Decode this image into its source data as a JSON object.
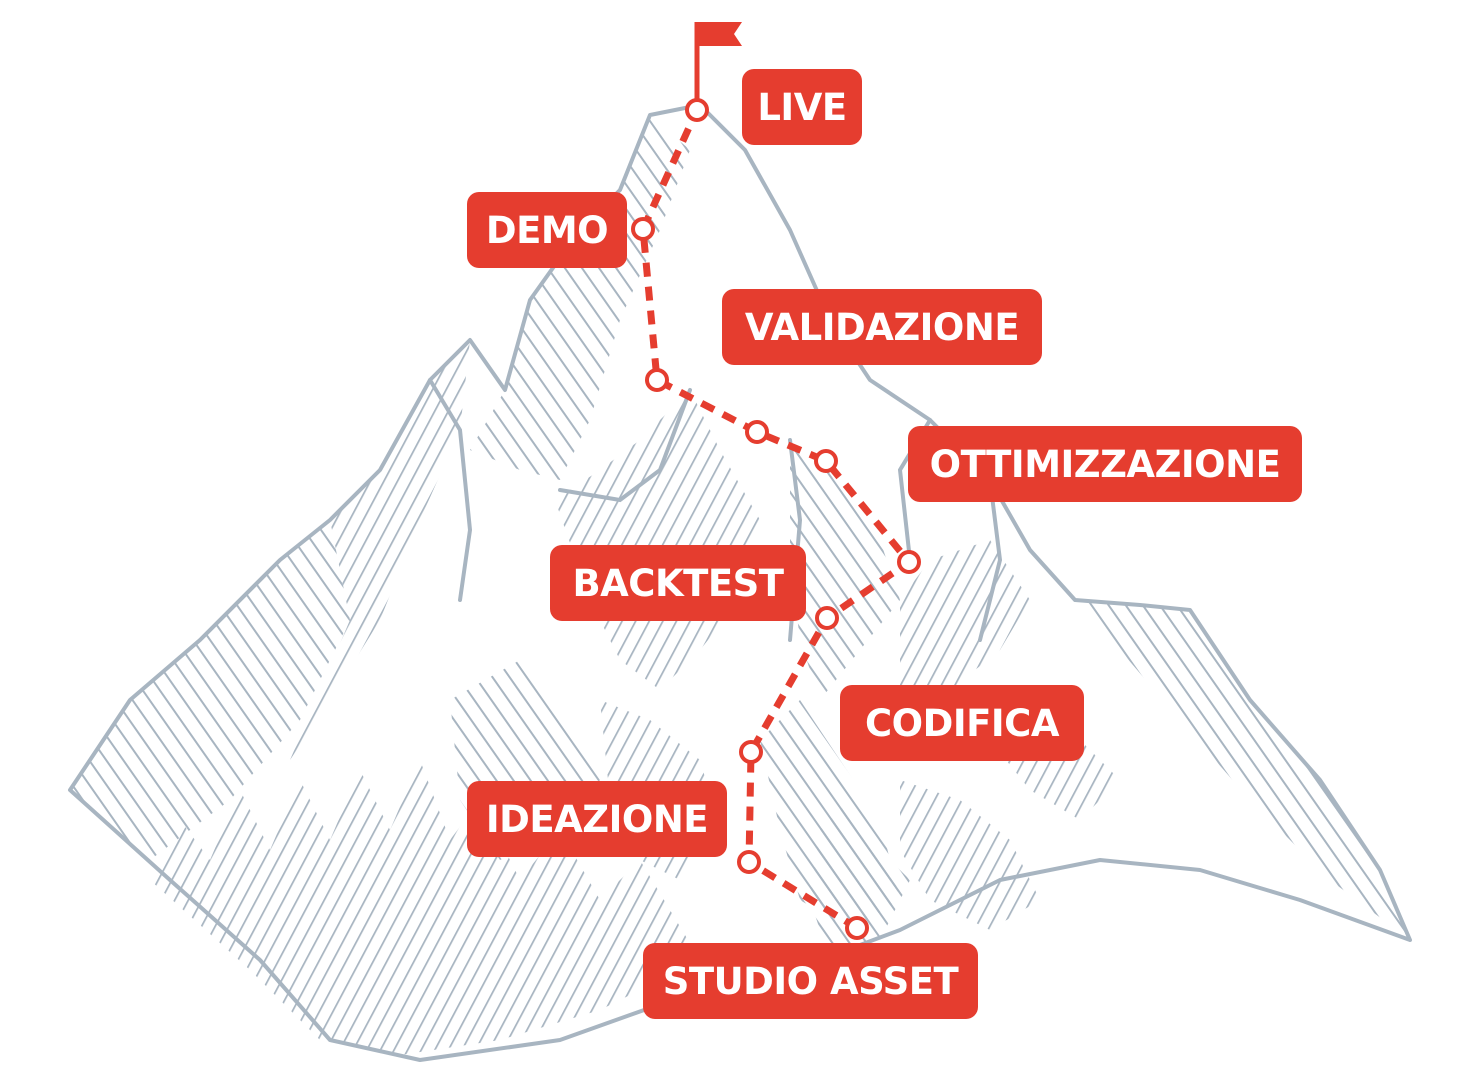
{
  "accent_color": "#e53d2f",
  "mountain_color": "#a8b5c1",
  "icons": [
    "mountain-illustration",
    "summit-flag-icon"
  ],
  "steps": [
    {
      "label": "LIVE"
    },
    {
      "label": "DEMO"
    },
    {
      "label": "VALIDAZIONE"
    },
    {
      "label": "OTTIMIZZAZIONE"
    },
    {
      "label": "BACKTEST"
    },
    {
      "label": "CODIFICA"
    },
    {
      "label": "IDEAZIONE"
    },
    {
      "label": "STUDIO ASSET"
    }
  ]
}
